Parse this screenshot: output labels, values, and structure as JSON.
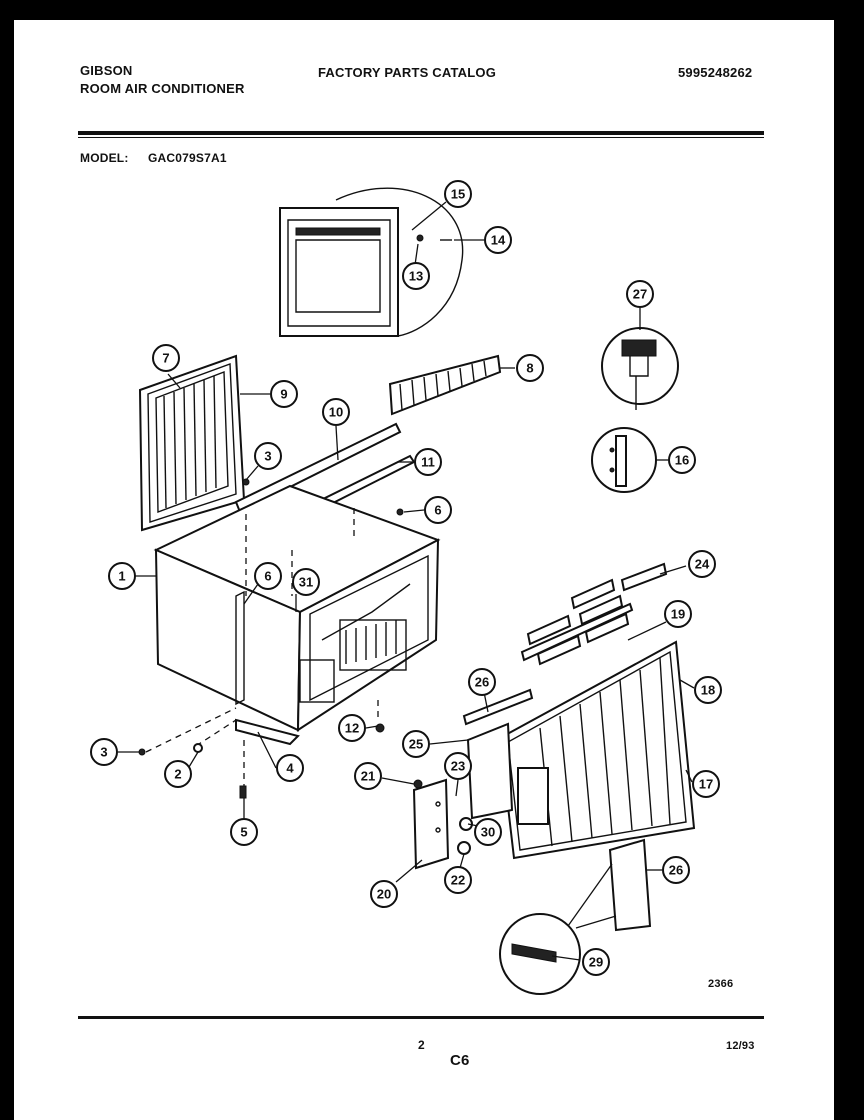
{
  "header": {
    "brand": "GIBSON",
    "product": "ROOM AIR CONDITIONER",
    "catalog_title": "FACTORY PARTS CATALOG",
    "catalog_number": "5995248262",
    "model_label": "MODEL:",
    "model_number": "GAC079S7A1"
  },
  "callouts": [
    {
      "id": "1",
      "label": "1"
    },
    {
      "id": "2",
      "label": "2"
    },
    {
      "id": "3a",
      "label": "3"
    },
    {
      "id": "3b",
      "label": "3"
    },
    {
      "id": "4",
      "label": "4"
    },
    {
      "id": "5",
      "label": "5"
    },
    {
      "id": "6a",
      "label": "6"
    },
    {
      "id": "6b",
      "label": "6"
    },
    {
      "id": "7",
      "label": "7"
    },
    {
      "id": "8",
      "label": "8"
    },
    {
      "id": "9",
      "label": "9"
    },
    {
      "id": "10",
      "label": "10"
    },
    {
      "id": "11",
      "label": "11"
    },
    {
      "id": "12",
      "label": "12"
    },
    {
      "id": "13",
      "label": "13"
    },
    {
      "id": "14",
      "label": "14"
    },
    {
      "id": "15",
      "label": "15"
    },
    {
      "id": "16",
      "label": "16"
    },
    {
      "id": "17",
      "label": "17"
    },
    {
      "id": "18",
      "label": "18"
    },
    {
      "id": "19",
      "label": "19"
    },
    {
      "id": "20",
      "label": "20"
    },
    {
      "id": "21",
      "label": "21"
    },
    {
      "id": "22",
      "label": "22"
    },
    {
      "id": "23",
      "label": "23"
    },
    {
      "id": "24",
      "label": "24"
    },
    {
      "id": "25",
      "label": "25"
    },
    {
      "id": "26a",
      "label": "26"
    },
    {
      "id": "26b",
      "label": "26"
    },
    {
      "id": "27",
      "label": "27"
    },
    {
      "id": "29",
      "label": "29"
    },
    {
      "id": "30",
      "label": "30"
    },
    {
      "id": "31",
      "label": "31"
    }
  ],
  "drawing_number": "2366",
  "footer": {
    "page_number": "2",
    "section_code": "C6",
    "date": "12/93"
  }
}
